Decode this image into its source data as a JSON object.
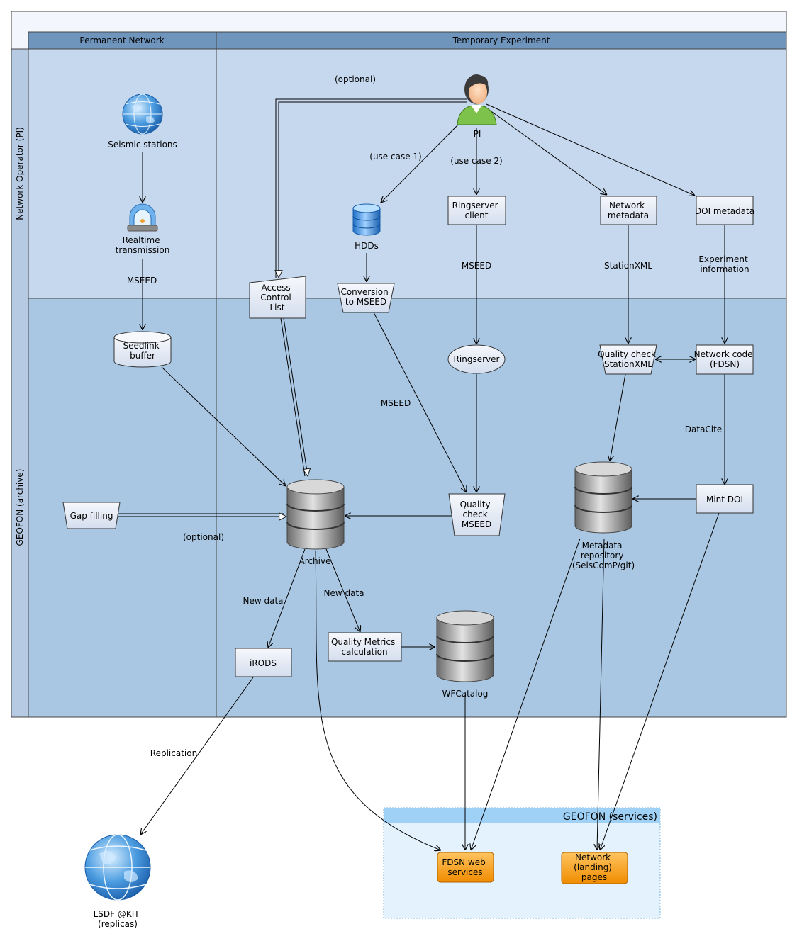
{
  "lanes": {
    "col_permanent": "Permanent Network",
    "col_temporary": "Temporary Experiment",
    "row_operator": "Network Operator (PI)",
    "row_geofon": "GEOFON (archive)"
  },
  "nodes": {
    "seismic_stations": "Seismic stations",
    "realtime_1": "Realtime",
    "realtime_2": "transmission",
    "seedlink_1": "Seedlink",
    "seedlink_2": "buffer",
    "gap_filling": "Gap filling",
    "pi": "PI",
    "hdds": "HDDs",
    "ringserver_client_1": "Ringserver",
    "ringserver_client_2": "client",
    "network_metadata_1": "Network",
    "network_metadata_2": "metadata",
    "doi_metadata": "DOI metadata",
    "acl_1": "Access",
    "acl_2": "Control",
    "acl_3": "List",
    "conversion_1": "Conversion",
    "conversion_2": "to MSEED",
    "ringserver": "Ringserver",
    "qc_stationxml_1": "Quality check",
    "qc_stationxml_2": "StationXML",
    "network_code_1": "Network code",
    "network_code_2": "(FDSN)",
    "archive": "Archive",
    "qc_mseed_1": "Quality",
    "qc_mseed_2": "check",
    "qc_mseed_3": "MSEED",
    "metadata_repo_1": "Metadata",
    "metadata_repo_2": "repository",
    "metadata_repo_3": "(SeisComP/git)",
    "mint_doi": "Mint DOI",
    "irods": "iRODS",
    "qm_calc_1": "Quality Metrics",
    "qm_calc_2": "calculation",
    "wfcatalog": "WFCatalog",
    "lsdf_1": "LSDF @KIT",
    "lsdf_2": "(replicas)",
    "services_title": "GEOFON (services)",
    "fdsn_1": "FDSN web",
    "fdsn_2": "services",
    "landing_1": "Network",
    "landing_2": "(landing)",
    "landing_3": "pages"
  },
  "edge_labels": {
    "mseed_realtime": "MSEED",
    "optional_acl": "(optional)",
    "use_case_1": "(use case 1)",
    "use_case_2": "(use case 2)",
    "mseed_ringserver": "MSEED",
    "stationxml": "StationXML",
    "experiment_info_1": "Experiment",
    "experiment_info_2": "information",
    "mseed_conversion": "MSEED",
    "datacite": "DataCite",
    "optional_gap": "(optional)",
    "new_data_irods": "New data",
    "new_data_qm": "New data",
    "replication": "Replication"
  },
  "colors": {
    "lane_operator": "#c6d8ee",
    "lane_geofon": "#a9c7e2",
    "header_band": "#6f95bd",
    "box_fill": "#e6ecf6",
    "service_fill": "#f7a21b",
    "services_area": "#e3f2fc"
  }
}
